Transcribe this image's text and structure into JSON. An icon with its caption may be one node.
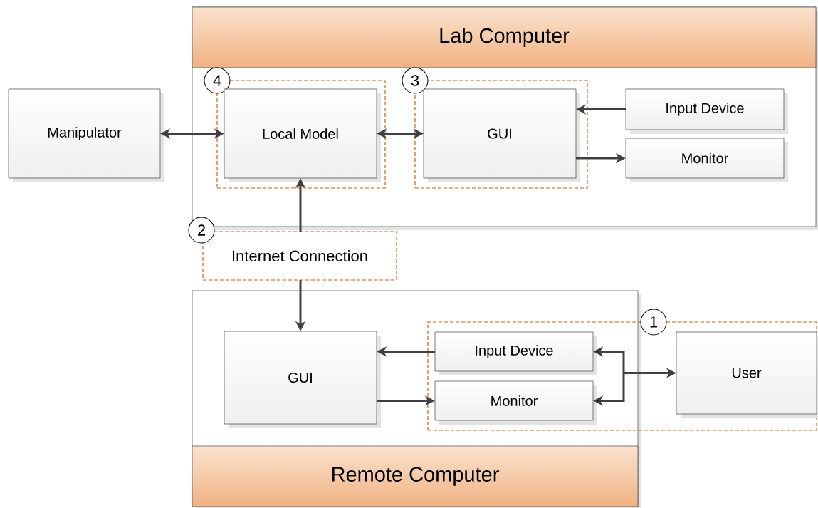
{
  "diagram": {
    "nodes": [
      {
        "text": [
          "Lab Computer"
        ]
      },
      {
        "text": [
          "4"
        ],
        "in": 0
      },
      {
        "text": [
          "Local Model"
        ],
        "in": 1
      },
      {
        "text": [
          "3"
        ],
        "in": 0
      },
      {
        "text": [
          "GUI"
        ],
        "in": 3
      },
      {
        "text": [
          "Input Device"
        ],
        "in": 0
      },
      {
        "text": [
          "Monitor"
        ],
        "in": 0
      },
      {
        "text": [
          "Manipulator"
        ]
      },
      {
        "text": [
          "2",
          "Internet Connection"
        ]
      },
      {
        "text": [
          "Remote Computer"
        ]
      },
      {
        "text": [
          "GUI"
        ],
        "in": 9
      },
      {
        "text": [
          "1"
        ]
      },
      {
        "text": [
          "Input Device"
        ]
      },
      {
        "text": [
          "Monitor"
        ]
      },
      {
        "text": [
          "User"
        ],
        "in": 11
      }
    ],
    "edges": [
      {
        "from": 7,
        "to": 2,
        "arrow": "both"
      },
      {
        "from": 2,
        "to": 4,
        "arrow": "both"
      },
      {
        "from": 5,
        "to": 4,
        "arrow": "to"
      },
      {
        "from": 4,
        "to": 6,
        "arrow": "to"
      },
      {
        "from": 8,
        "to": 2,
        "arrow": "to"
      },
      {
        "from": 8,
        "to": 10,
        "arrow": "to"
      },
      {
        "from": 12,
        "to": 10,
        "arrow": "to"
      },
      {
        "from": 10,
        "to": 13,
        "arrow": "to"
      },
      {
        "from": 14,
        "to": 12,
        "arrow": "both"
      },
      {
        "from": 14,
        "to": 13,
        "arrow": "both"
      }
    ]
  }
}
